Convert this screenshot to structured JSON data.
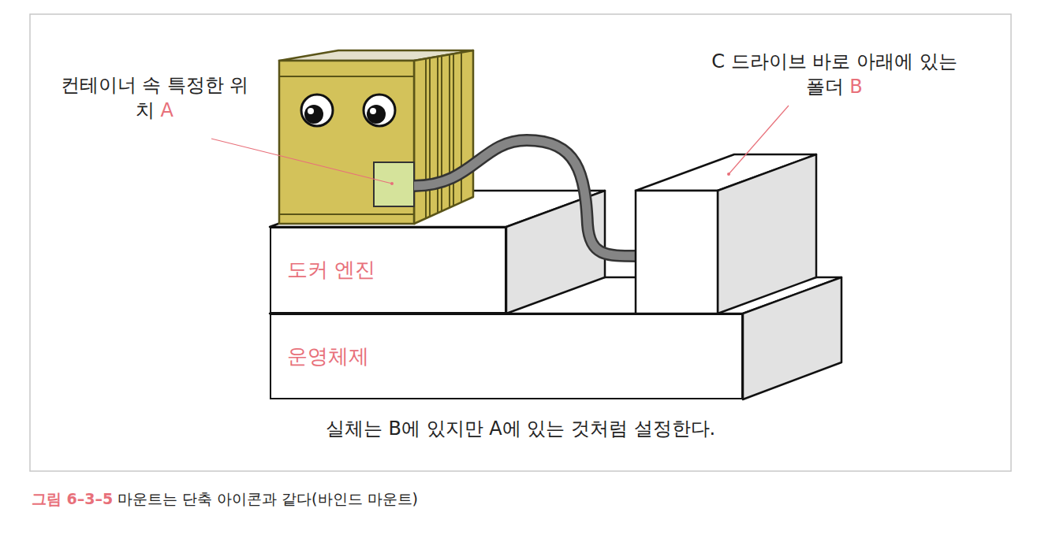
{
  "diagram": {
    "caption": "마운트는 단축 아이콘과 같다(바인드 마운트)",
    "nodes": [
      {
        "text": [
          "도커 엔진"
        ]
      },
      {
        "text": [
          "운영체제"
        ]
      }
    ],
    "labels": [
      "컨테이너 속 특정한 위치",
      "A",
      "C 드라이브 바로 아래에 있는 폴더",
      "B",
      "실체는 B에 있지만 A에 있는 것처럼 설정한다.",
      "그림 6–3–5"
    ]
  }
}
